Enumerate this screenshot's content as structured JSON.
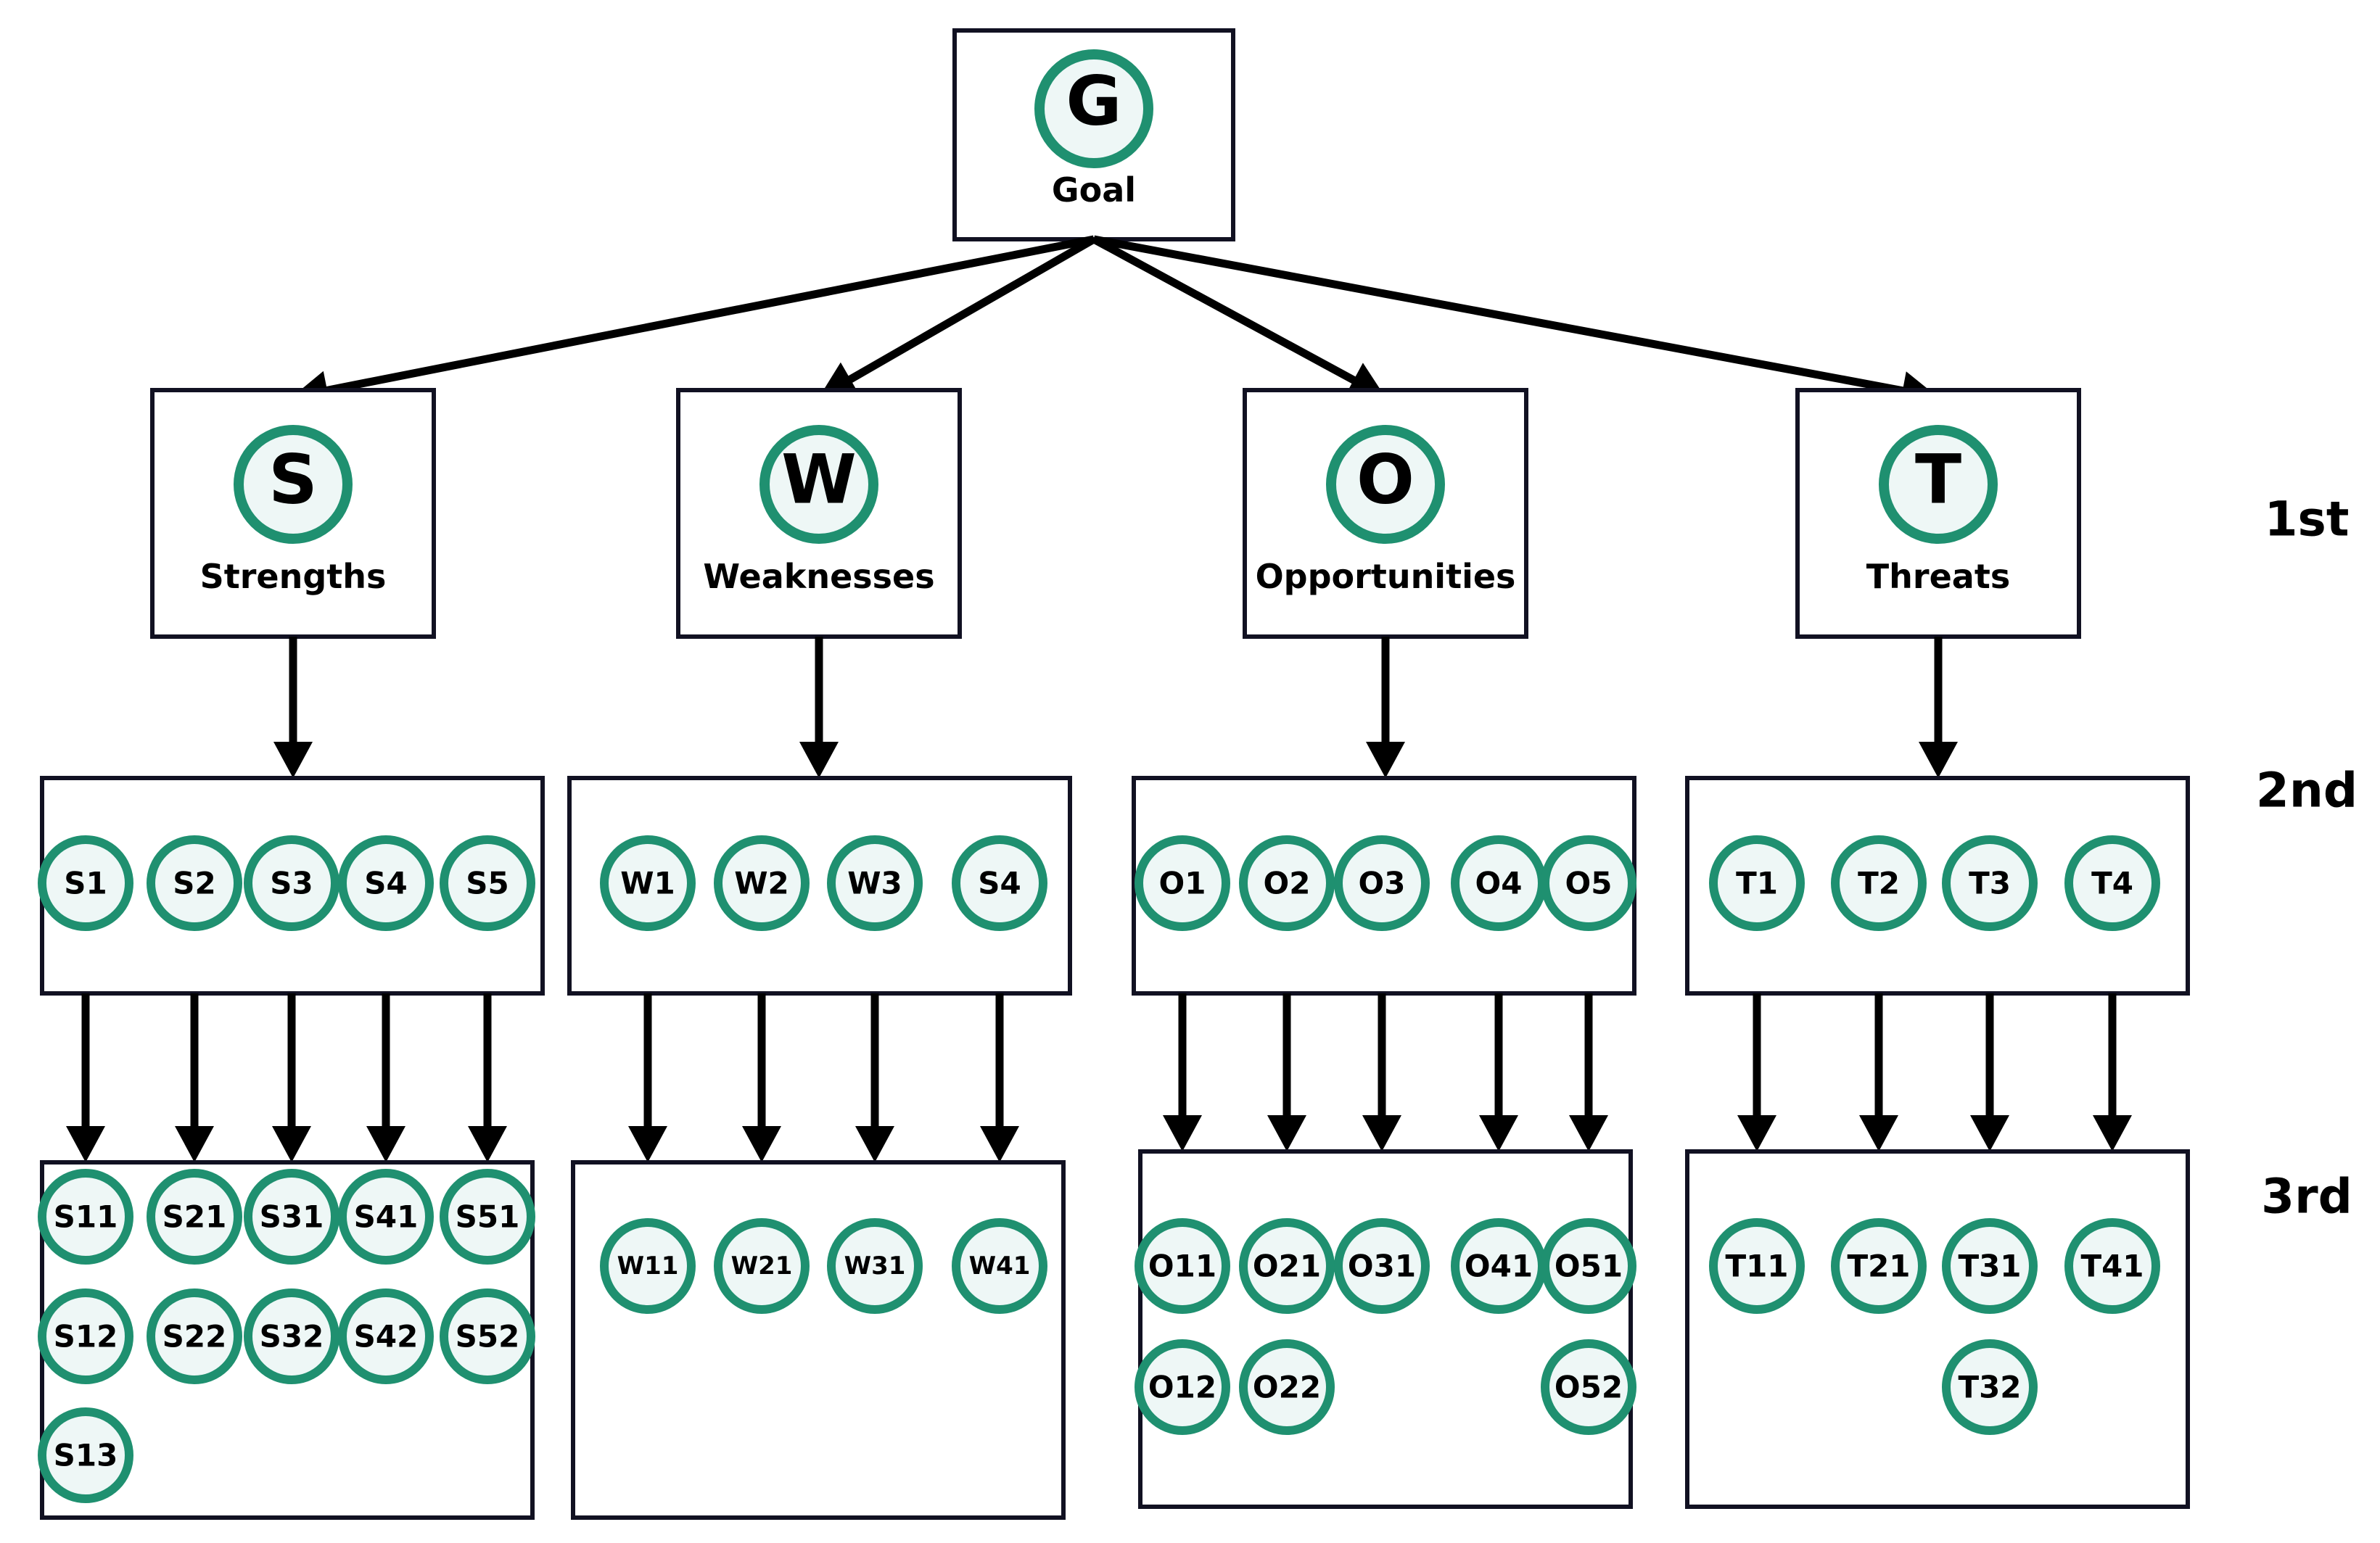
{
  "goal": {
    "letter": "G",
    "name": "Goal"
  },
  "categories": [
    {
      "key": "s",
      "letter": "S",
      "name": "Strengths",
      "level2": [
        "S1",
        "S2",
        "S3",
        "S4",
        "S5"
      ],
      "level3": [
        [
          "S11",
          "S12",
          "S13"
        ],
        [
          "S21",
          "S22"
        ],
        [
          "S31",
          "S32"
        ],
        [
          "S41",
          "S42"
        ],
        [
          "S51",
          "S52"
        ]
      ]
    },
    {
      "key": "w",
      "letter": "W",
      "name": "Weaknesses",
      "level2": [
        "W1",
        "W2",
        "W3",
        "S4"
      ],
      "level3": [
        [
          "W11"
        ],
        [
          "W21"
        ],
        [
          "W31"
        ],
        [
          "W41"
        ]
      ]
    },
    {
      "key": "o",
      "letter": "O",
      "name": "Opportunities",
      "level2": [
        "O1",
        "O2",
        "O3",
        "O4",
        "O5"
      ],
      "level3": [
        [
          "O11",
          "O12"
        ],
        [
          "O21",
          "O22"
        ],
        [
          "O31"
        ],
        [
          "O41"
        ],
        [
          "O51",
          "O52"
        ]
      ]
    },
    {
      "key": "t",
      "letter": "T",
      "name": "Threats",
      "level2": [
        "T1",
        "T2",
        "T3",
        "T4"
      ],
      "level3": [
        [
          "T11"
        ],
        [
          "T21"
        ],
        [
          "T31",
          "T32"
        ],
        [
          "T41"
        ]
      ]
    }
  ],
  "levels": [
    "1st",
    "2nd",
    "3rd"
  ]
}
